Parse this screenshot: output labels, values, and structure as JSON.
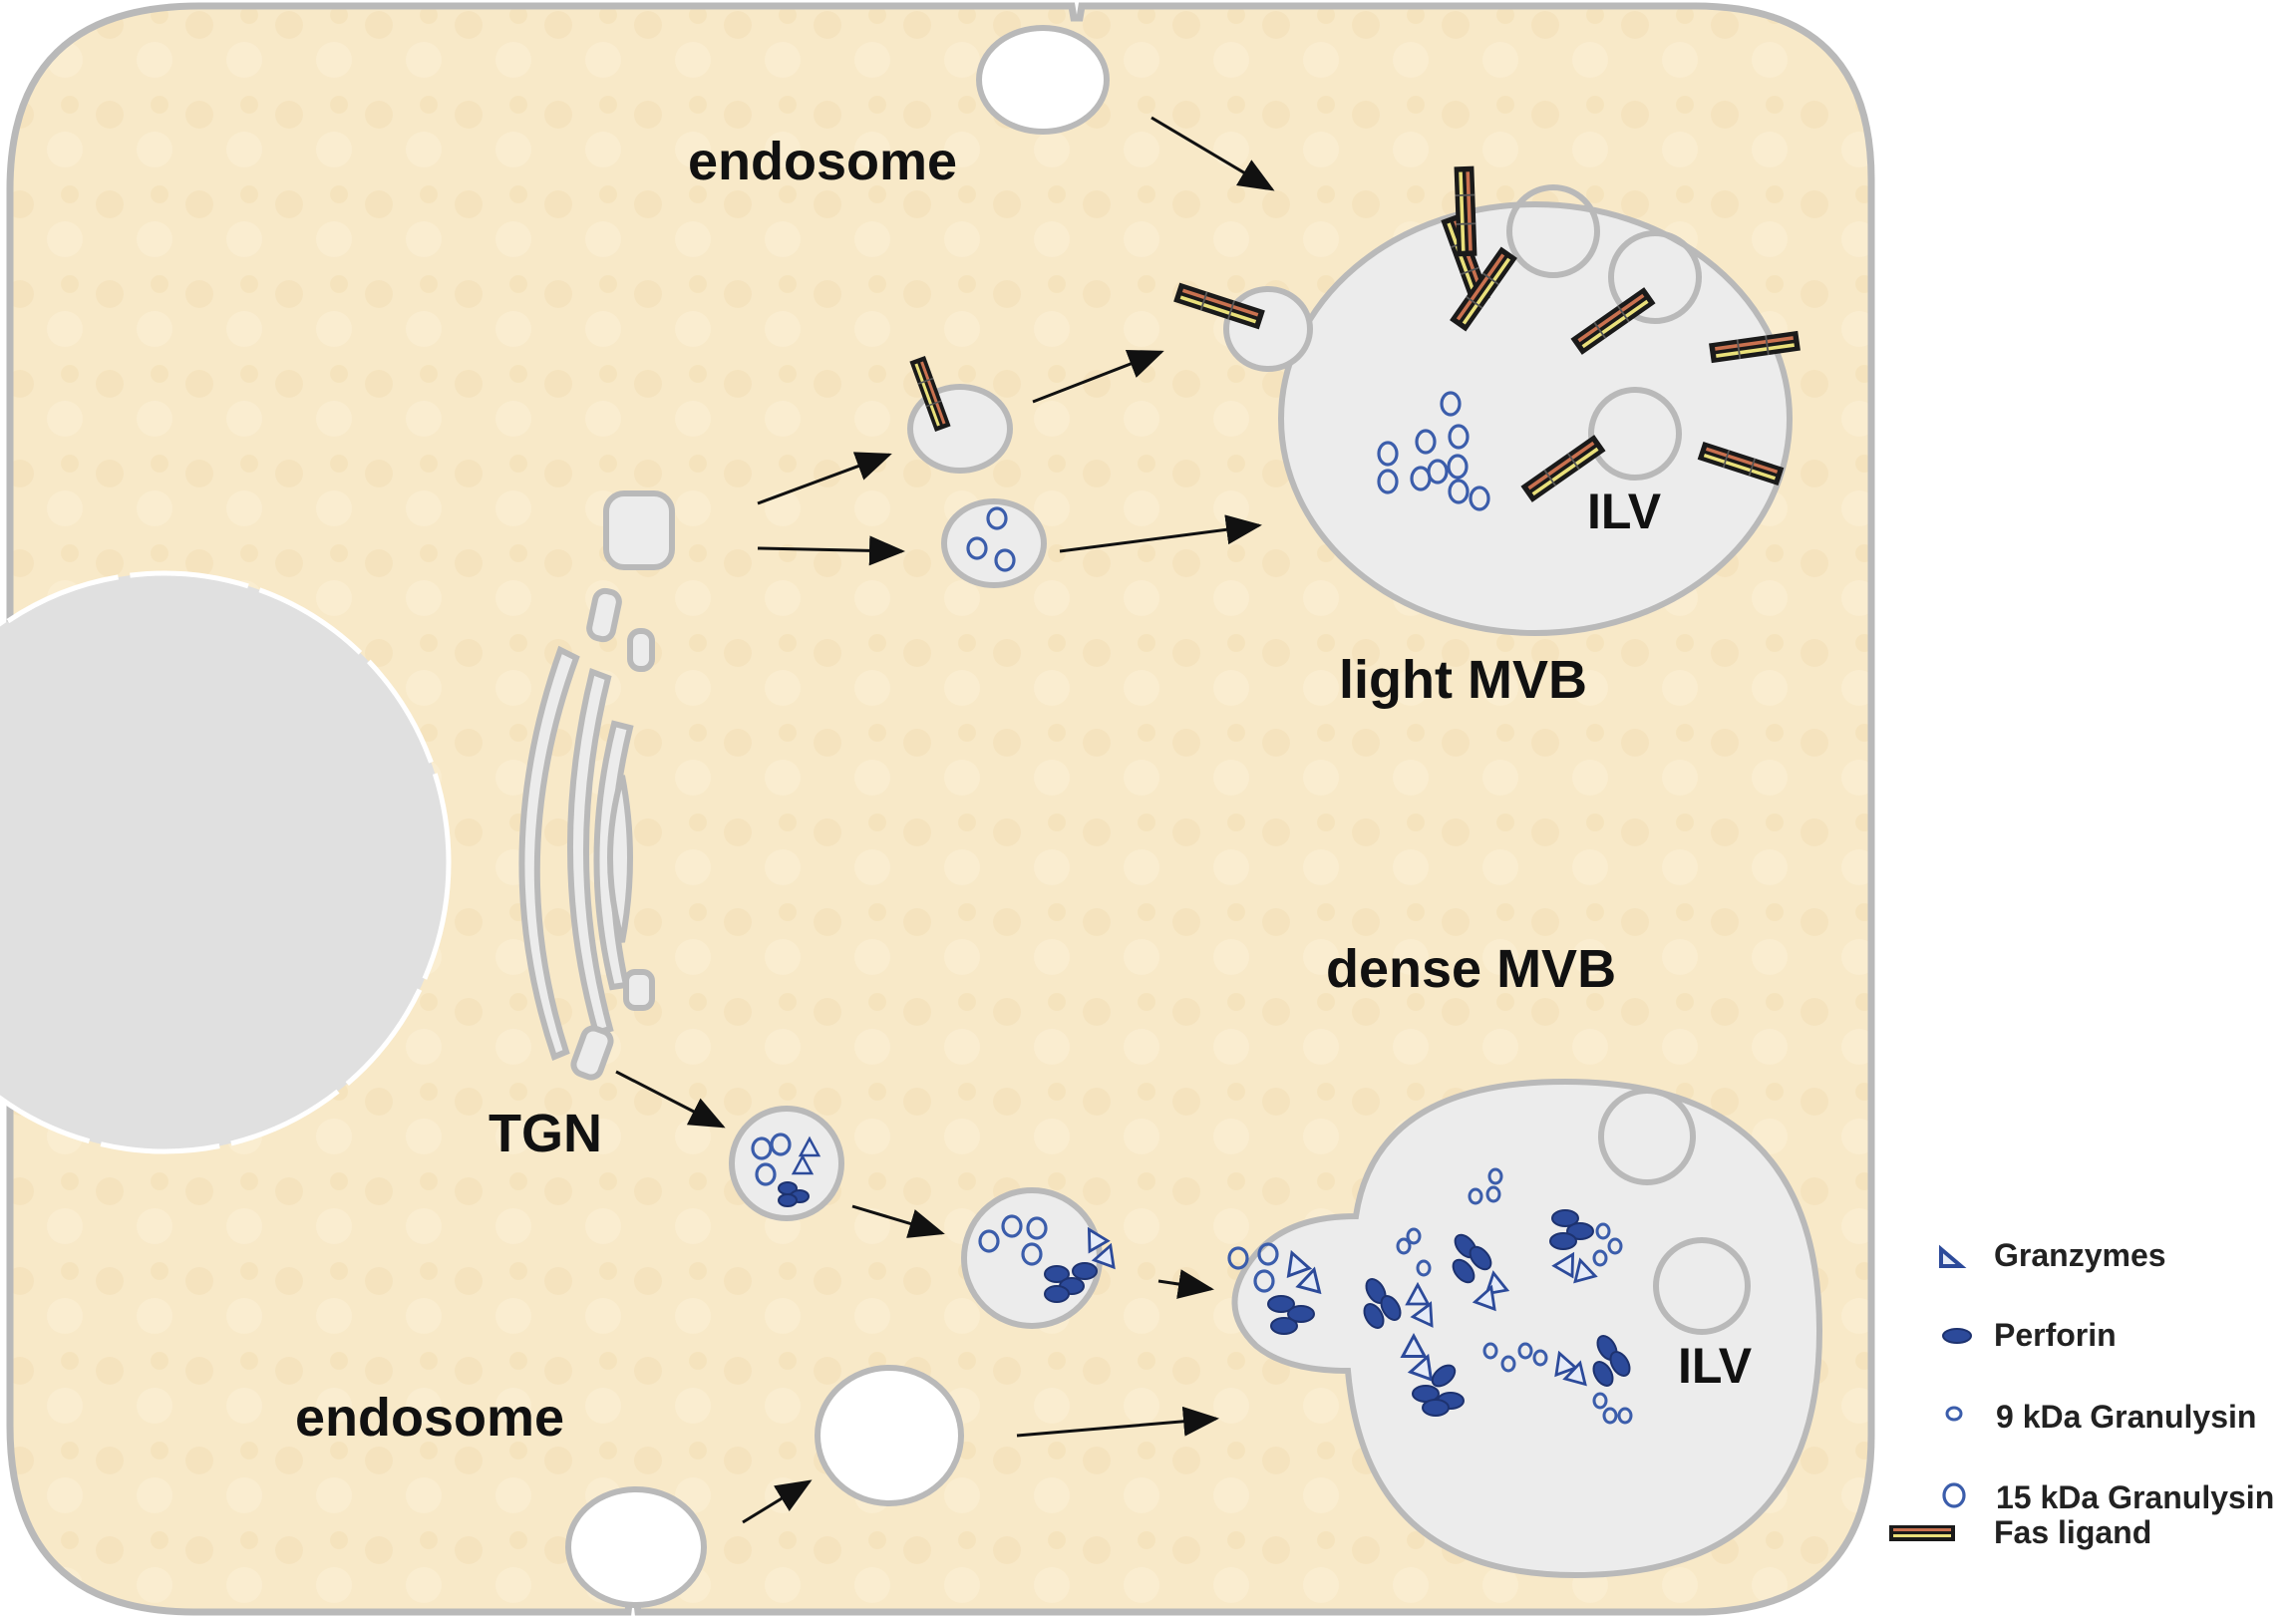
{
  "labels": {
    "endosome_top": "endosome",
    "endosome_bottom": "endosome",
    "light_mvb": "light MVB",
    "dense_mvb": "dense MVB",
    "ilv_light": "ILV",
    "ilv_dense": "ILV",
    "tgn": "TGN"
  },
  "legend": {
    "items": [
      {
        "label": "Granzymes",
        "icon": "granzyme-triangle-icon"
      },
      {
        "label": "Perforin",
        "icon": "perforin-ellipse-icon"
      },
      {
        "label": "9 kDa Granulysin",
        "icon": "small-granulysin-circle-icon"
      },
      {
        "label": "15 kDa Granulysin",
        "icon": "large-granulysin-circle-icon"
      },
      {
        "label": "Fas ligand",
        "icon": "fas-ligand-bar-icon"
      }
    ]
  },
  "colors": {
    "cytoplasm": "#f8e9c8",
    "cell_membrane": "#b9b9b9",
    "organelle_fill": "#ececec",
    "nucleus_fill": "#e0e0e0",
    "cargo_blue": "#2c4a9a",
    "fas_ligand_dark": "#1a1a1a",
    "fas_ligand_yellow": "#e9e07a",
    "fas_ligand_red": "#c9714f"
  }
}
